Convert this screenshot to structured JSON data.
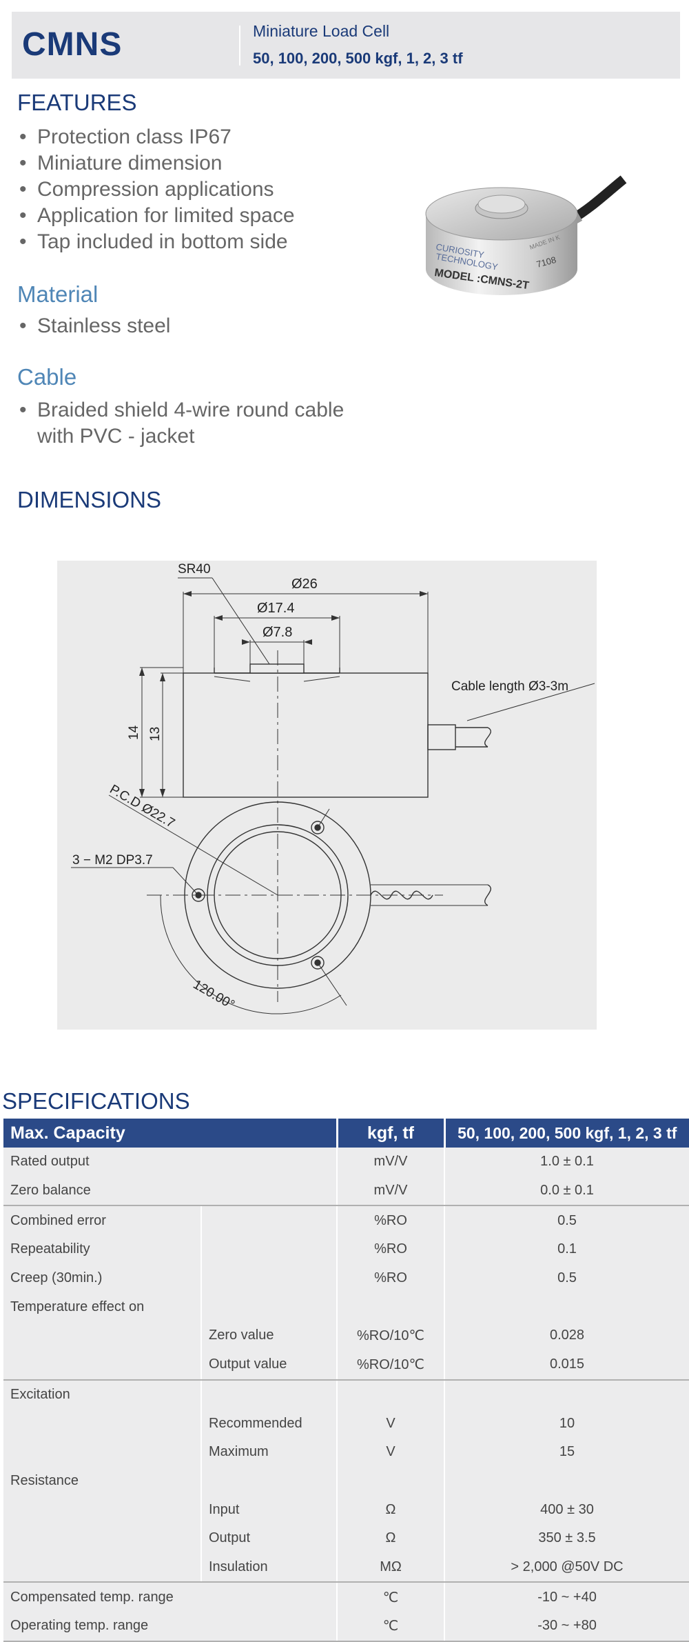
{
  "header": {
    "model": "CMNS",
    "subtitle": "Miniature Load Cell",
    "capacities": "50, 100, 200, 500 kgf, 1, 2, 3 tf"
  },
  "features": {
    "title": "FEATURES",
    "items": [
      "Protection class IP67",
      "Miniature dimension",
      "Compression applications",
      "Application for limited space",
      "Tap included in bottom side"
    ]
  },
  "material": {
    "title": "Material",
    "items": [
      "Stainless steel"
    ]
  },
  "cable": {
    "title": "Cable",
    "line1": "Braided shield 4-wire round cable",
    "line2": "with PVC - jacket"
  },
  "product_photo": {
    "brand_line1": "CURIOSITY",
    "brand_line2": "TECHNOLOGY",
    "model_label": "MODEL :CMNS-2T",
    "made_in": "MADE IN K",
    "serial": "7108"
  },
  "dimensions": {
    "title": "DIMENSIONS",
    "labels": {
      "sr": "SR40",
      "d26": "Ø26",
      "d174": "Ø17.4",
      "d78": "Ø7.8",
      "cable": "Cable length Ø3-3m",
      "h14": "14",
      "h13": "13",
      "pcd": "P.C.D Ø22.7",
      "tap": "3 − M2 DP3.7",
      "angle": "120.00°"
    }
  },
  "specs": {
    "title": "SPECIFICATIONS",
    "header": {
      "col1": "Max. Capacity",
      "col2": "kgf, tf",
      "col3": "50, 100, 200, 500 kgf, 1, 2, 3 tf"
    },
    "rows": [
      {
        "label": "Rated output",
        "sub": "",
        "unit": "mV/V",
        "value": "1.0 ± 0.1"
      },
      {
        "label": "Zero balance",
        "sub": "",
        "unit": "mV/V",
        "value": "0.0 ± 0.1"
      },
      {
        "label": "Combined error",
        "sub": "",
        "unit": "%RO",
        "value": "0.5"
      },
      {
        "label": "Repeatability",
        "sub": "",
        "unit": "%RO",
        "value": "0.1"
      },
      {
        "label": "Creep (30min.)",
        "sub": "",
        "unit": "%RO",
        "value": "0.5"
      },
      {
        "label": "Temperature effect on",
        "sub": "",
        "unit": "",
        "value": ""
      },
      {
        "label": "",
        "sub": "Zero value",
        "unit": "%RO/10℃",
        "value": "0.028"
      },
      {
        "label": "",
        "sub": "Output  value",
        "unit": "%RO/10℃",
        "value": "0.015"
      },
      {
        "label": "Excitation",
        "sub": "",
        "unit": "",
        "value": ""
      },
      {
        "label": "",
        "sub": "Recommended",
        "unit": "V",
        "value": "10"
      },
      {
        "label": "",
        "sub": "Maximum",
        "unit": "V",
        "value": "15"
      },
      {
        "label": "Resistance",
        "sub": "",
        "unit": "",
        "value": ""
      },
      {
        "label": "",
        "sub": "Input",
        "unit": "Ω",
        "value": "400 ± 30"
      },
      {
        "label": "",
        "sub": "Output",
        "unit": "Ω",
        "value": "350 ± 3.5"
      },
      {
        "label": "",
        "sub": "Insulation",
        "unit": "MΩ",
        "value": "> 2,000 @50V DC"
      },
      {
        "label": "Compensated temp. range",
        "sub": "",
        "unit": "℃",
        "value": "-10 ~ +40"
      },
      {
        "label": "Operating temp. range",
        "sub": "",
        "unit": "℃",
        "value": "-30 ~ +80"
      }
    ]
  }
}
